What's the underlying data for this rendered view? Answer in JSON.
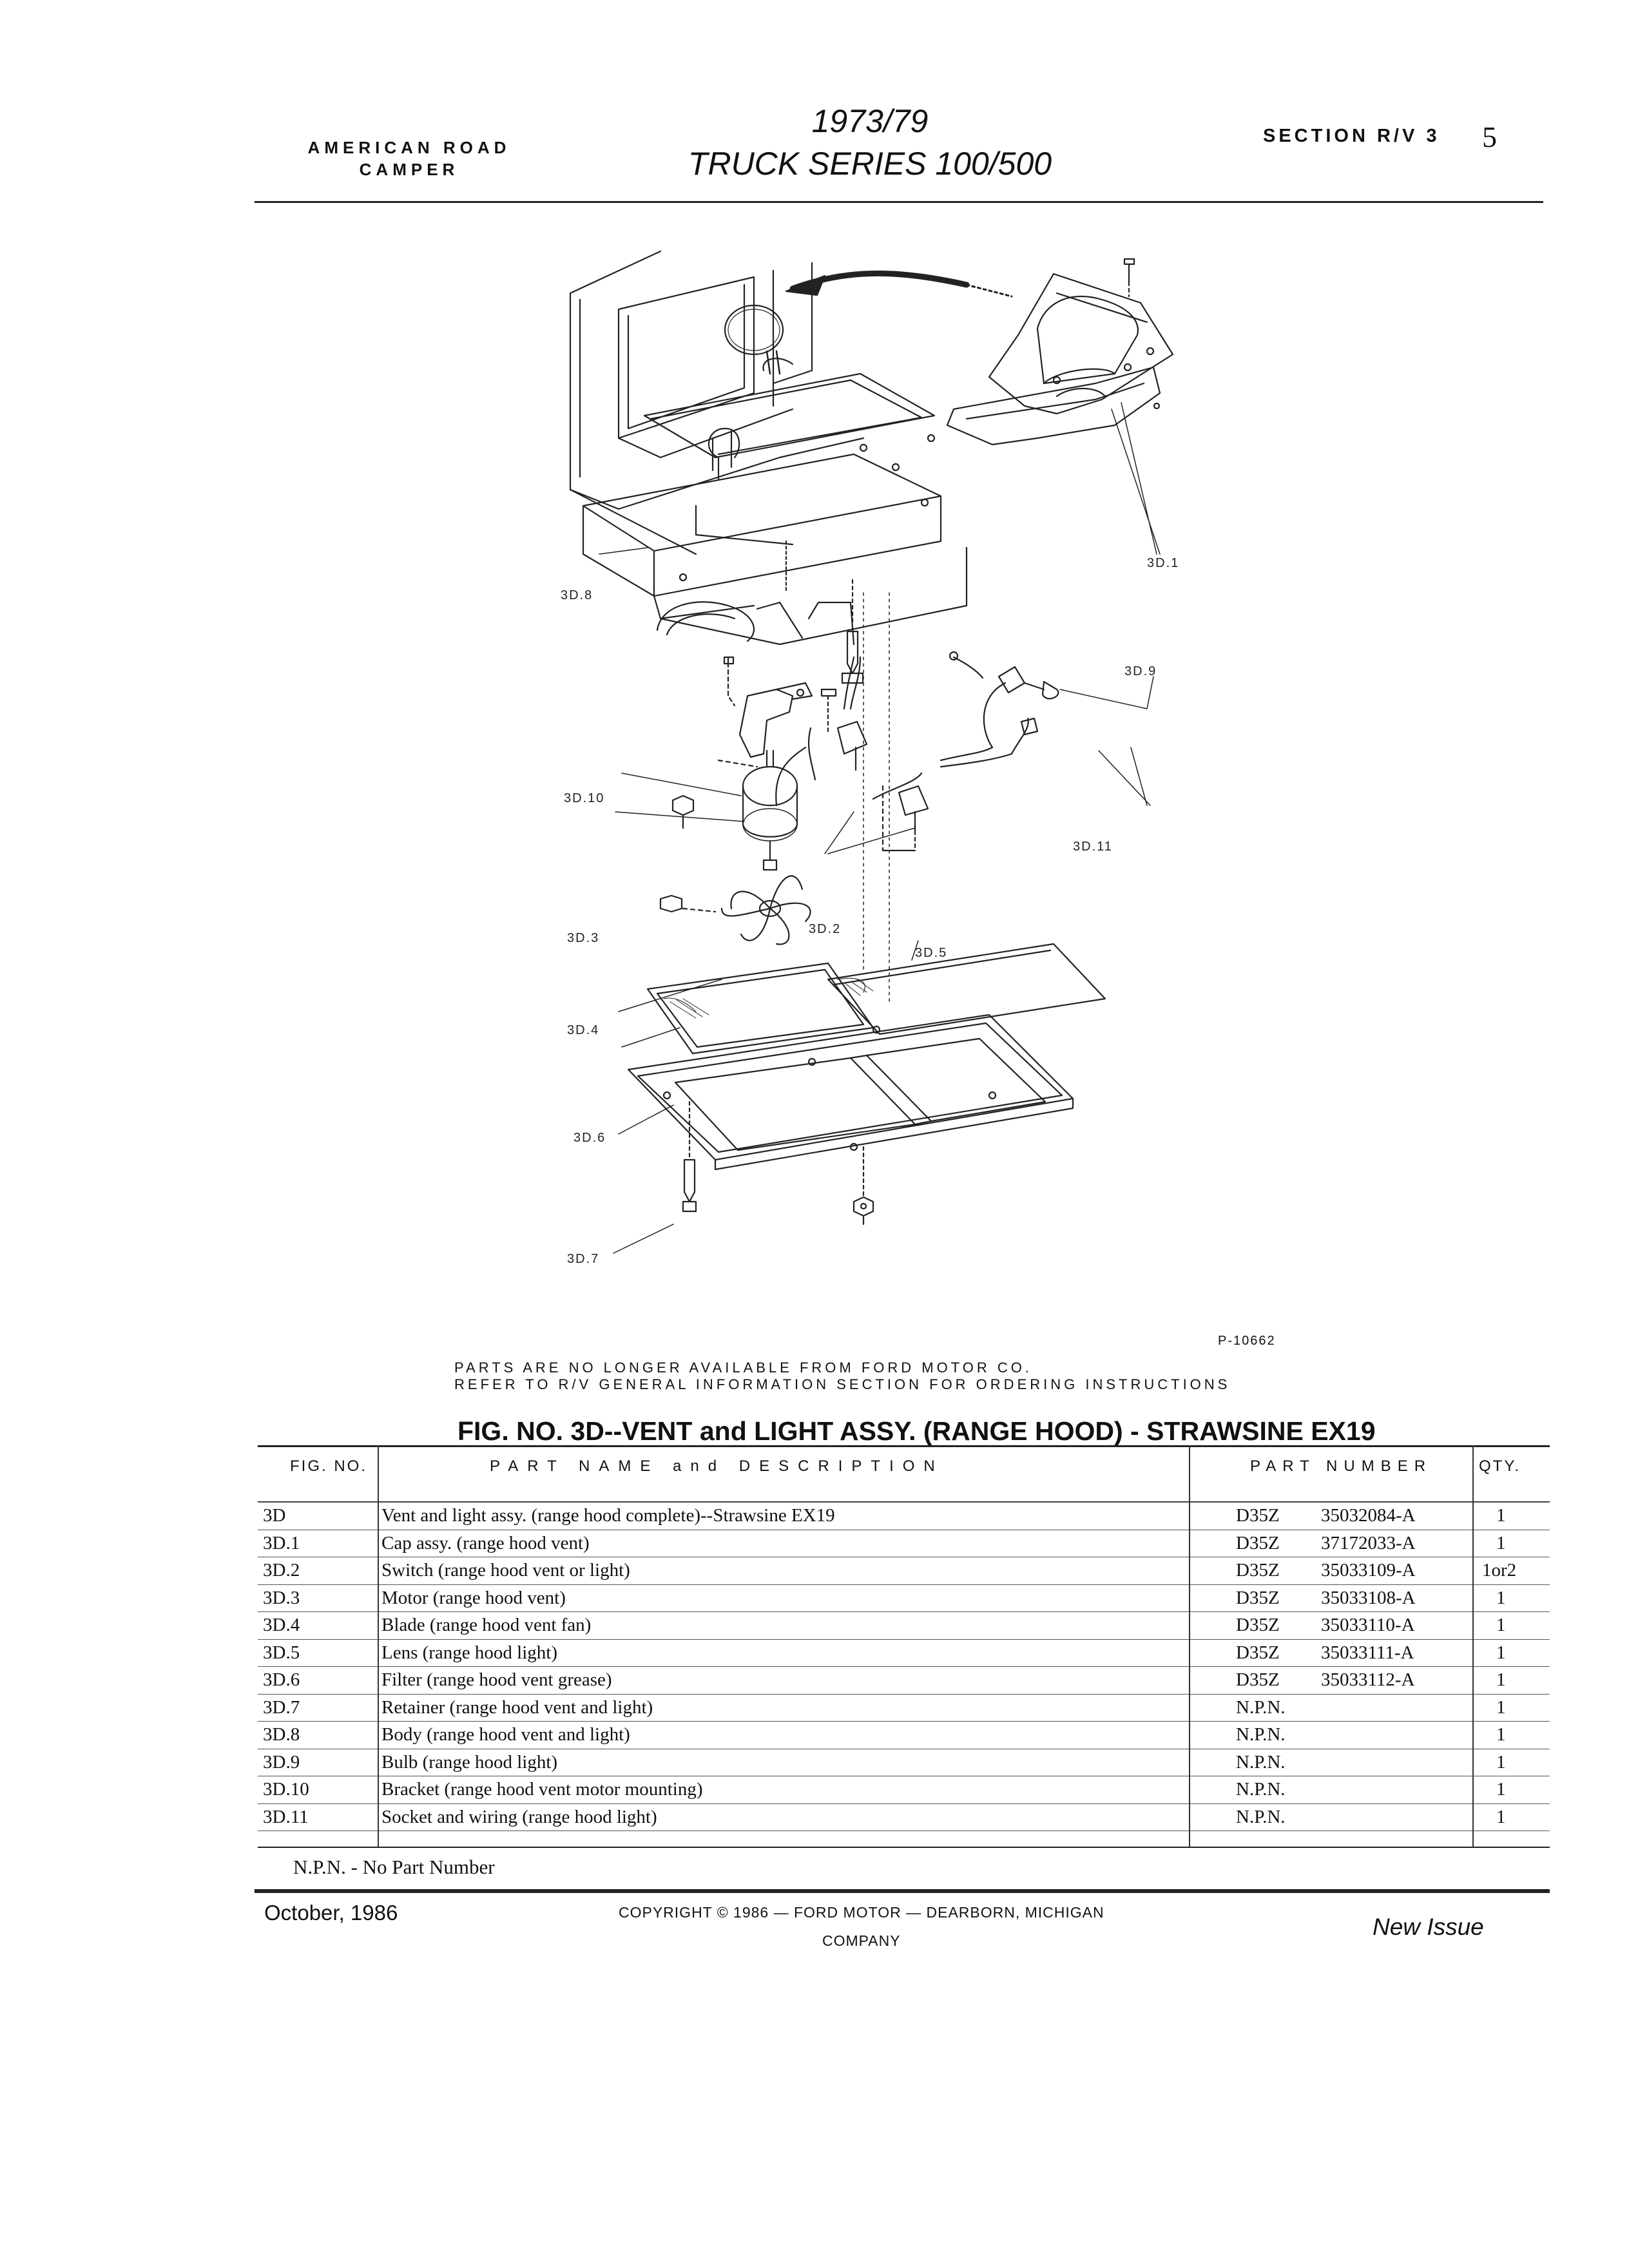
{
  "header": {
    "left_line1": "AMERICAN ROAD",
    "left_line2": "CAMPER",
    "center_line1": "1973/79",
    "center_line2": "TRUCK SERIES 100/500",
    "section": "SECTION R/V 3",
    "page": "5"
  },
  "diagram": {
    "callouts": [
      "3D.1",
      "3D.8",
      "3D.9",
      "3D.10",
      "3D.11",
      "3D.3",
      "3D.2",
      "3D.5",
      "3D.4",
      "3D.6",
      "3D.7"
    ]
  },
  "note": {
    "line1": "PARTS ARE NO LONGER AVAILABLE FROM FORD MOTOR CO.",
    "line2": "REFER TO R/V GENERAL INFORMATION SECTION FOR ORDERING INSTRUCTIONS",
    "plate_number": "P-10662"
  },
  "figure_title": "FIG. NO. 3D--VENT and LIGHT ASSY. (RANGE HOOD) - STRAWSINE EX19",
  "table": {
    "headers": {
      "fig_no": "FIG. NO.",
      "description": "PART NAME and DESCRIPTION",
      "part_number": "PART NUMBER",
      "qty": "QTY."
    },
    "rows": [
      {
        "fig": "3D",
        "desc": "Vent and light assy. (range hood complete)--Strawsine EX19",
        "prefix": "D35Z",
        "number": "35032084-A",
        "qty": "1"
      },
      {
        "fig": "3D.1",
        "desc": "Cap assy. (range hood vent)",
        "prefix": "D35Z",
        "number": "37172033-A",
        "qty": "1"
      },
      {
        "fig": "3D.2",
        "desc": "Switch (range hood vent or light)",
        "prefix": "D35Z",
        "number": "35033109-A",
        "qty": "1or2"
      },
      {
        "fig": "3D.3",
        "desc": "Motor (range hood vent)",
        "prefix": "D35Z",
        "number": "35033108-A",
        "qty": "1"
      },
      {
        "fig": "3D.4",
        "desc": "Blade (range hood vent fan)",
        "prefix": "D35Z",
        "number": "35033110-A",
        "qty": "1"
      },
      {
        "fig": "3D.5",
        "desc": "Lens (range hood light)",
        "prefix": "D35Z",
        "number": "35033111-A",
        "qty": "1"
      },
      {
        "fig": "3D.6",
        "desc": "Filter (range hood vent grease)",
        "prefix": "D35Z",
        "number": "35033112-A",
        "qty": "1"
      },
      {
        "fig": "3D.7",
        "desc": "Retainer (range hood vent and light)",
        "prefix": "N.P.N.",
        "number": "",
        "qty": "1"
      },
      {
        "fig": "3D.8",
        "desc": "Body (range hood vent and light)",
        "prefix": "N.P.N.",
        "number": "",
        "qty": "1"
      },
      {
        "fig": "3D.9",
        "desc": "Bulb (range hood light)",
        "prefix": "N.P.N.",
        "number": "",
        "qty": "1"
      },
      {
        "fig": "3D.10",
        "desc": "Bracket (range hood vent motor mounting)",
        "prefix": "N.P.N.",
        "number": "",
        "qty": "1"
      },
      {
        "fig": "3D.11",
        "desc": "Socket and wiring (range hood light)",
        "prefix": "N.P.N.",
        "number": "",
        "qty": "1"
      }
    ]
  },
  "npn_note": "N.P.N. - No Part Number",
  "footer": {
    "date": "October, 1986",
    "copyright_line1": "COPYRIGHT © 1986 — FORD MOTOR — DEARBORN, MICHIGAN",
    "copyright_line2": "COMPANY",
    "issue": "New Issue"
  }
}
